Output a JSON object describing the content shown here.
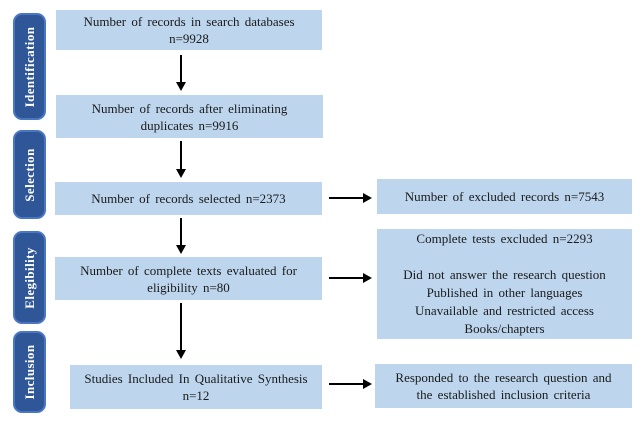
{
  "sidebar": {
    "items": [
      {
        "label": "Identification"
      },
      {
        "label": "Selection"
      },
      {
        "label": "Elegibility"
      },
      {
        "label": "Inclusion"
      }
    ]
  },
  "flow": {
    "boxes": [
      {
        "id": "records-in-search-databases",
        "text": "Number of records in search databases\nn=9928"
      },
      {
        "id": "records-after-duplicates",
        "text": "Number of records after eliminating\nduplicates n=9916"
      },
      {
        "id": "records-selected",
        "text": "Number of records selected n=2373"
      },
      {
        "id": "complete-texts-evaluated",
        "text": "Number of complete texts evaluated for\neligibility n=80"
      },
      {
        "id": "studies-included",
        "text": "Studies Included In Qualitative Synthesis\nn=12"
      }
    ]
  },
  "side_results": {
    "boxes": [
      {
        "id": "excluded-records",
        "text": "Number of excluded records n=7543"
      },
      {
        "id": "complete-texts-excluded",
        "text": "Complete tests excluded n=2293\n\nDid not answer the research question\nPublished in other languages\nUnavailable and restricted access\nBooks/chapters"
      },
      {
        "id": "inclusion-criteria",
        "text": "Responded to the research question and\nthe established inclusion criteria"
      }
    ]
  },
  "colors": {
    "process_box_fill": "#BDD6EE",
    "stage_fill": "#2F5798",
    "stage_border": "#4A77C4",
    "stage_text": "#FFFFFF",
    "arrow": "#000000",
    "background": "#FFFFFF"
  }
}
